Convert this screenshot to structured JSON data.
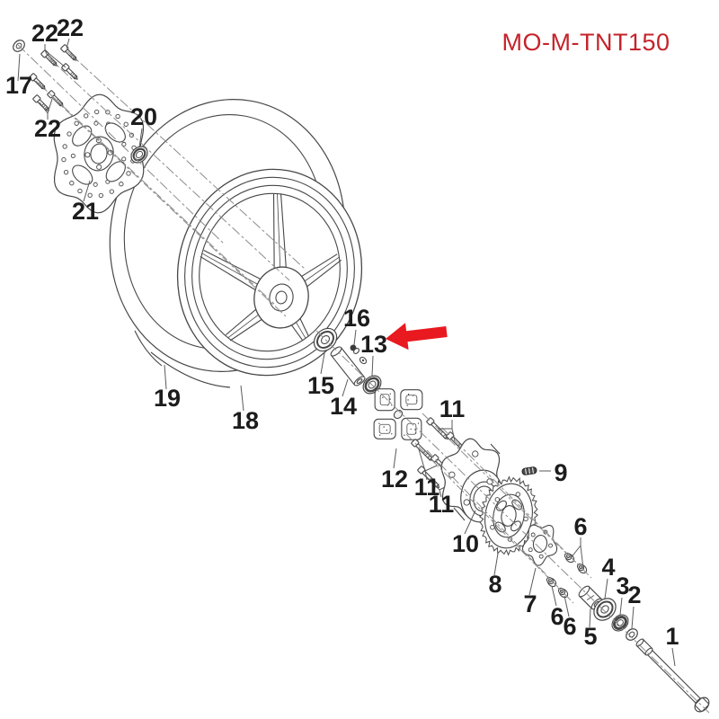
{
  "document": {
    "code": "MO-M-TNT150",
    "code_color": "#c4232b"
  },
  "diagram": {
    "type": "exploded-parts-diagram",
    "subject": "motorcycle rear wheel assembly",
    "background": "#ffffff",
    "line_color": "#474747",
    "label_color": "#1c1c1c",
    "highlight": {
      "shape": "arrow",
      "color": "#e8191f",
      "points_to_part": "13"
    },
    "labels": [
      {
        "text": "22"
      },
      {
        "text": "22"
      },
      {
        "text": "17"
      },
      {
        "text": "22"
      },
      {
        "text": "20"
      },
      {
        "text": "21"
      },
      {
        "text": "19"
      },
      {
        "text": "18"
      },
      {
        "text": "16"
      },
      {
        "text": "13"
      },
      {
        "text": "15"
      },
      {
        "text": "14"
      },
      {
        "text": "12"
      },
      {
        "text": "11"
      },
      {
        "text": "11"
      },
      {
        "text": "11"
      },
      {
        "text": "10"
      },
      {
        "text": "9"
      },
      {
        "text": "8"
      },
      {
        "text": "7"
      },
      {
        "text": "6"
      },
      {
        "text": "6"
      },
      {
        "text": "6"
      },
      {
        "text": "5"
      },
      {
        "text": "4"
      },
      {
        "text": "3"
      },
      {
        "text": "2"
      },
      {
        "text": "1"
      }
    ]
  }
}
